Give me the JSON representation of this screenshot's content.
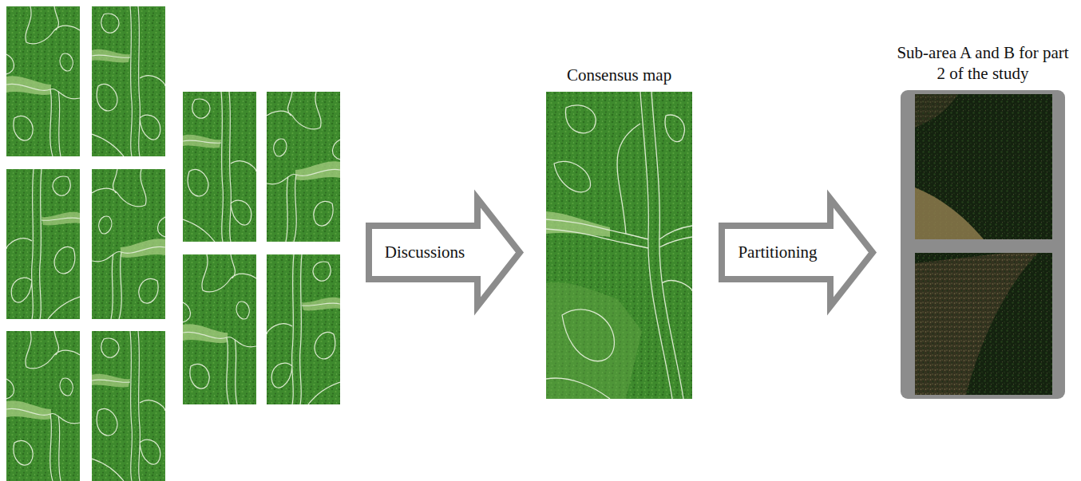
{
  "diagram": {
    "nodes": [
      {
        "text": [
          "Discussions"
        ]
      },
      {
        "text": [
          "Consensus map"
        ]
      },
      {
        "text": [
          "Partitioning"
        ]
      },
      {
        "text": [
          "Sub-area A and B for part 2 of the study"
        ]
      }
    ]
  }
}
